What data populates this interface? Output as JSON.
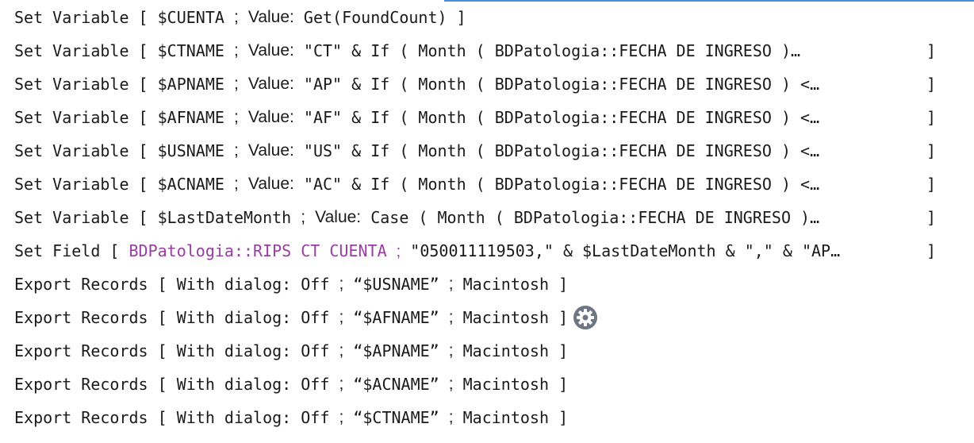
{
  "steps": [
    {
      "command": "Set Variable",
      "open": "[",
      "var": "$CUENTA",
      "sep": ";",
      "value_label": "Value:",
      "expr": "Get(FoundCount)",
      "close": "]"
    },
    {
      "command": "Set Variable",
      "open": "[",
      "var": "$CTNAME",
      "sep": ";",
      "value_label": "Value:",
      "expr": "\"CT\" & If ( Month ( BDPatologia::FECHA DE INGRESO )…",
      "close": "]"
    },
    {
      "command": "Set Variable",
      "open": "[",
      "var": "$APNAME",
      "sep": ";",
      "value_label": "Value:",
      "expr": "\"AP\" & If ( Month ( BDPatologia::FECHA DE INGRESO ) <…",
      "close": "]"
    },
    {
      "command": "Set Variable",
      "open": "[",
      "var": "$AFNAME",
      "sep": ";",
      "value_label": "Value:",
      "expr": "\"AF\" & If ( Month ( BDPatologia::FECHA DE INGRESO ) <…",
      "close": "]"
    },
    {
      "command": "Set Variable",
      "open": "[",
      "var": "$USNAME",
      "sep": ";",
      "value_label": "Value:",
      "expr": "\"US\" & If ( Month ( BDPatologia::FECHA DE INGRESO ) <…",
      "close": "]"
    },
    {
      "command": "Set Variable",
      "open": "[",
      "var": "$ACNAME",
      "sep": ";",
      "value_label": "Value:",
      "expr": "\"AC\" & If ( Month ( BDPatologia::FECHA DE INGRESO ) <…",
      "close": "]"
    },
    {
      "command": "Set Variable",
      "open": "[",
      "var": "$LastDateMonth",
      "sep": ";",
      "value_label": "Value:",
      "expr": "Case ( Month ( BDPatologia::FECHA DE INGRESO )…",
      "close": "]"
    },
    {
      "command": "Set Field",
      "open": "[",
      "field": "BDPatologia::RIPS CT CUENTA",
      "sep": ";",
      "expr": "\"050011119503,\" & $LastDateMonth & \",\" & \"AP…",
      "close": "]"
    },
    {
      "command": "Export Records",
      "open": "[",
      "dialog_label": "With dialog:",
      "dialog_value": "Off",
      "sep1": ";",
      "file": "“$USNAME”",
      "sep2": ";",
      "platform": "Macintosh",
      "close": "]"
    },
    {
      "command": "Export Records",
      "open": "[",
      "dialog_label": "With dialog:",
      "dialog_value": "Off",
      "sep1": ";",
      "file": "“$AFNAME”",
      "sep2": ";",
      "platform": "Macintosh",
      "close": "]",
      "icon": "gear-icon"
    },
    {
      "command": "Export Records",
      "open": "[",
      "dialog_label": "With dialog:",
      "dialog_value": "Off",
      "sep1": ";",
      "file": "“$APNAME”",
      "sep2": ";",
      "platform": "Macintosh",
      "close": "]"
    },
    {
      "command": "Export Records",
      "open": "[",
      "dialog_label": "With dialog:",
      "dialog_value": "Off",
      "sep1": ";",
      "file": "“$ACNAME”",
      "sep2": ";",
      "platform": "Macintosh",
      "close": "]"
    },
    {
      "command": "Export Records",
      "open": "[",
      "dialog_label": "With dialog:",
      "dialog_value": "Off",
      "sep1": ";",
      "file": "“$CTNAME”",
      "sep2": ";",
      "platform": "Macintosh",
      "close": "]"
    }
  ],
  "colors": {
    "text": "#1a1a1a",
    "field_reference": "#9b3ba6",
    "gear": "#6e7685",
    "accent": "#4a90d9"
  }
}
